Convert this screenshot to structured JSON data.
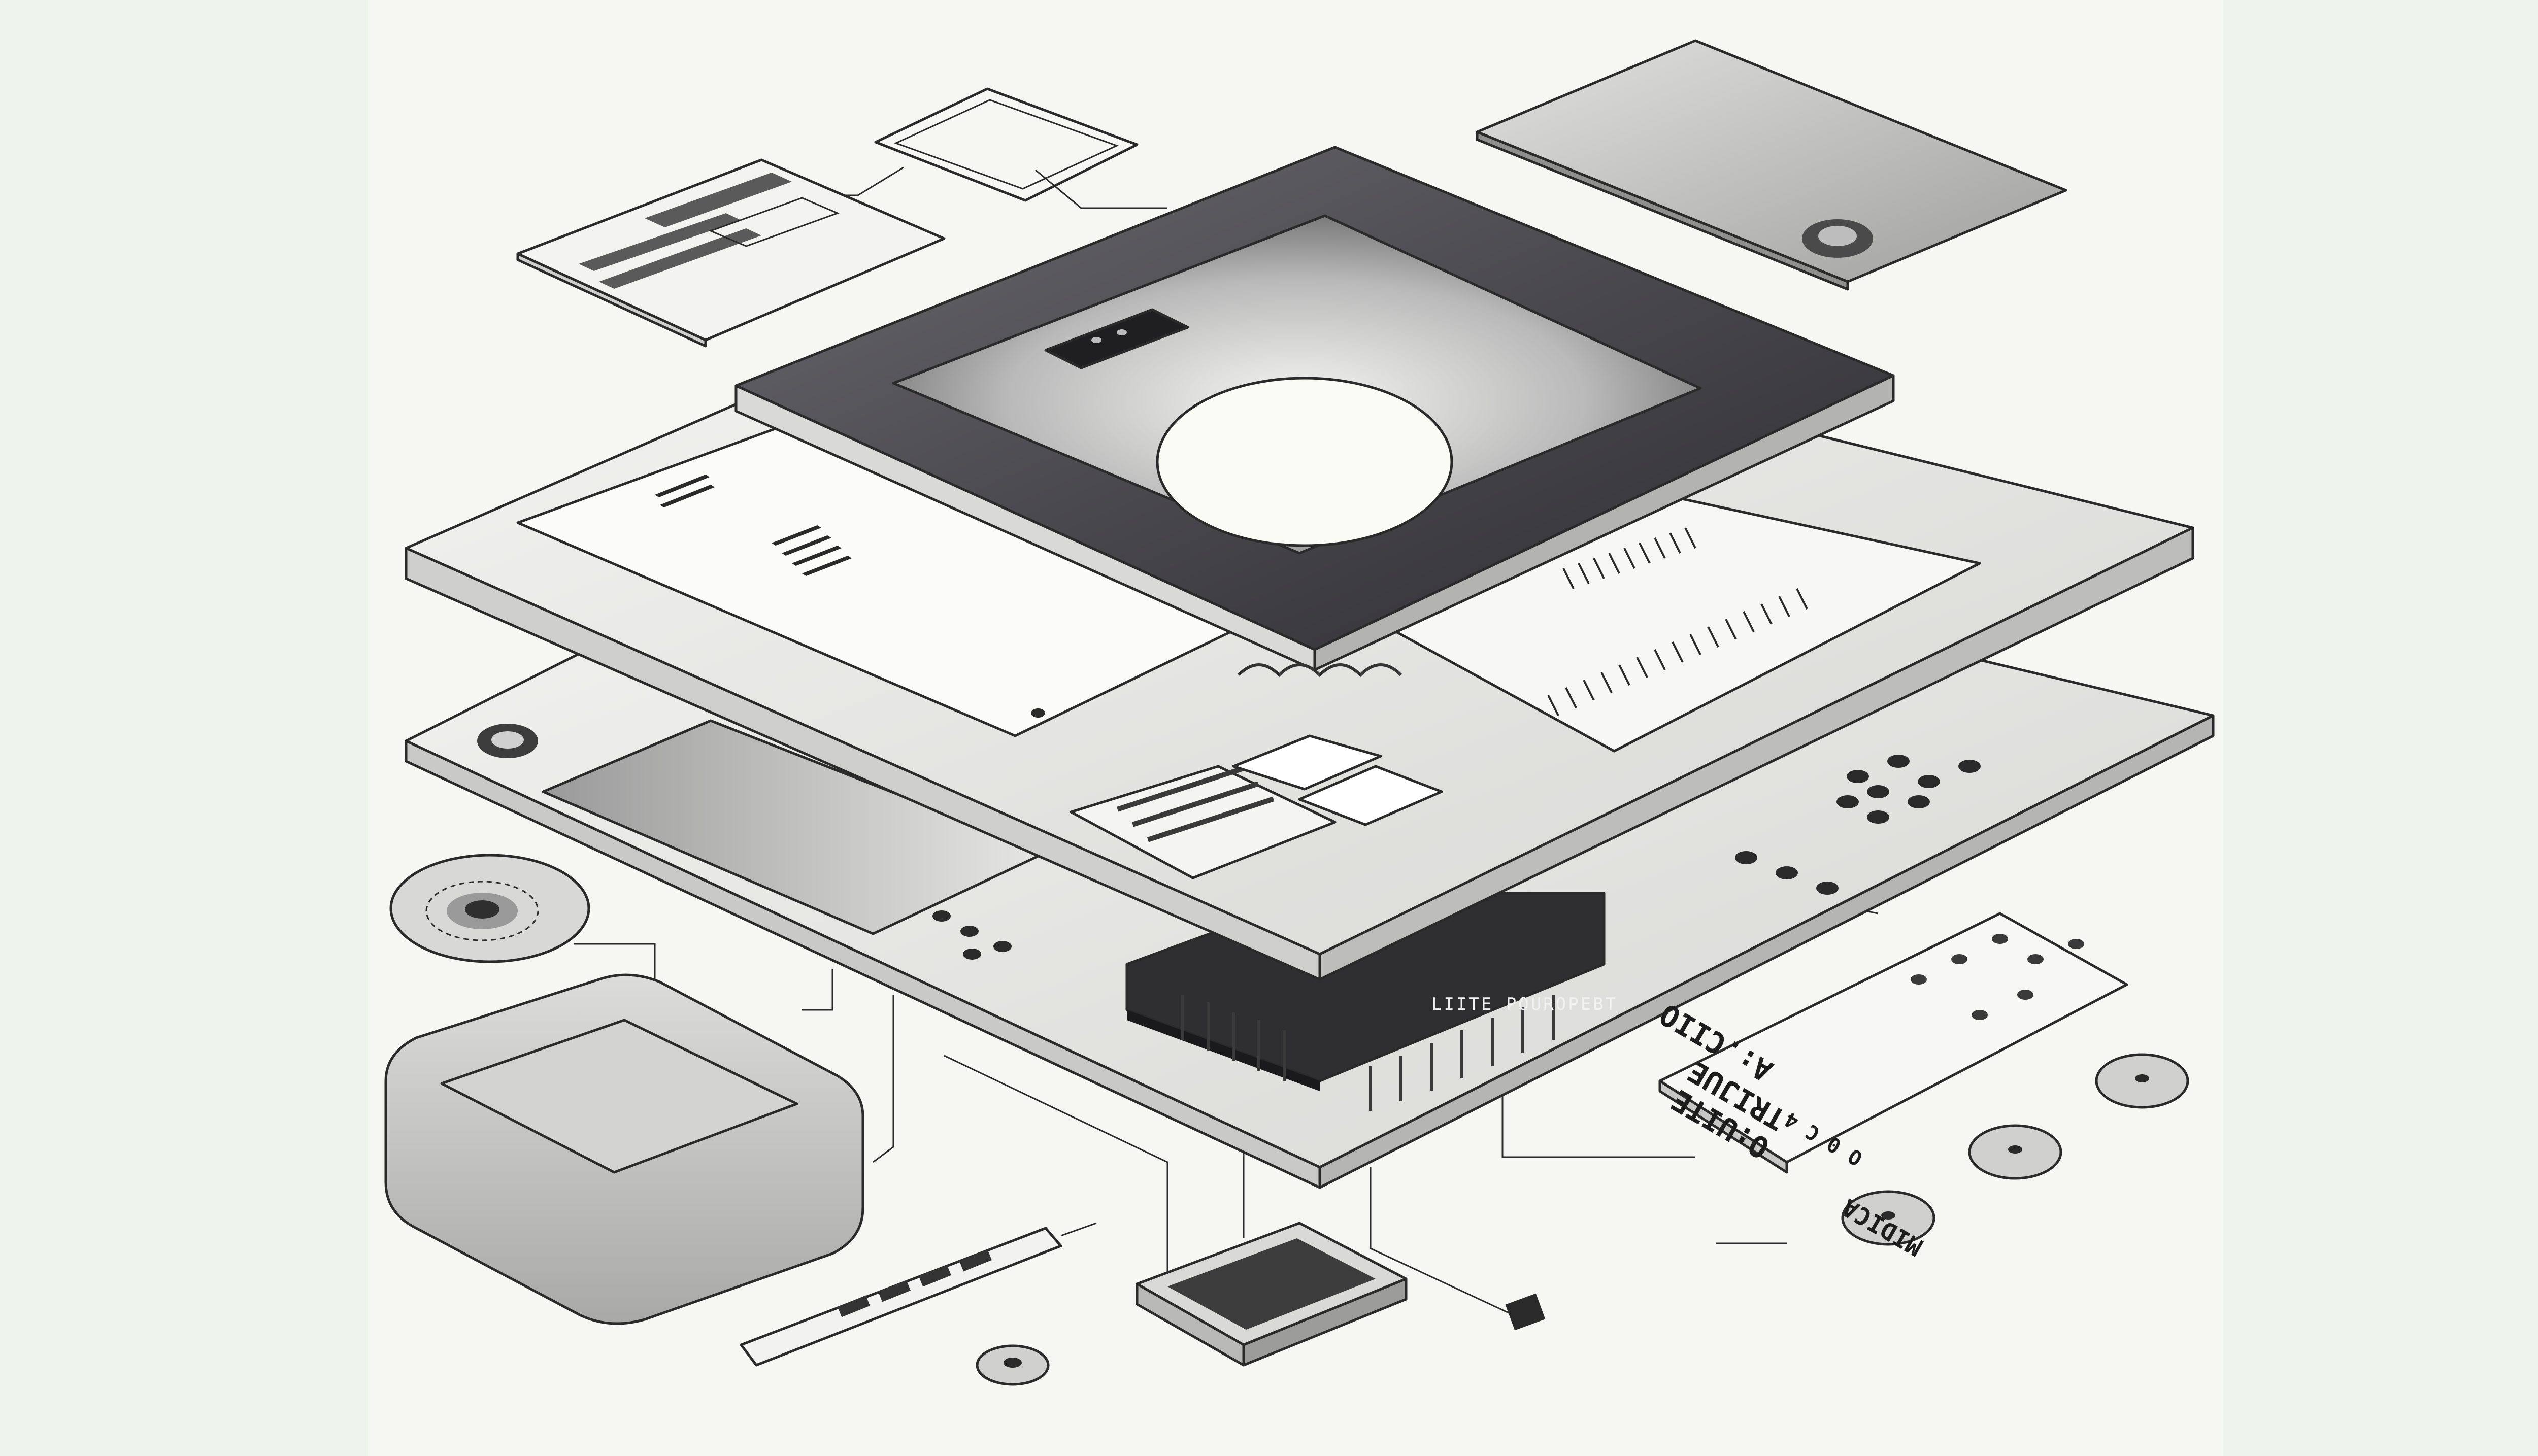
{
  "chip": {
    "label": "LIITE POUROPEBT"
  },
  "card": {
    "line1": "O:UITE",
    "line2": "TRIJUE",
    "line3": "A:.CIIO",
    "line4": "MIDICA",
    "line5": "O 0 C 4"
  },
  "colors": {
    "page_background": "#eef3ec",
    "canvas": "#f6f6f3",
    "ink": "#2a2a2a",
    "dark_frame": "#3a393d",
    "panel_light": "#ececea",
    "panel_mid": "#d8d8d6"
  }
}
